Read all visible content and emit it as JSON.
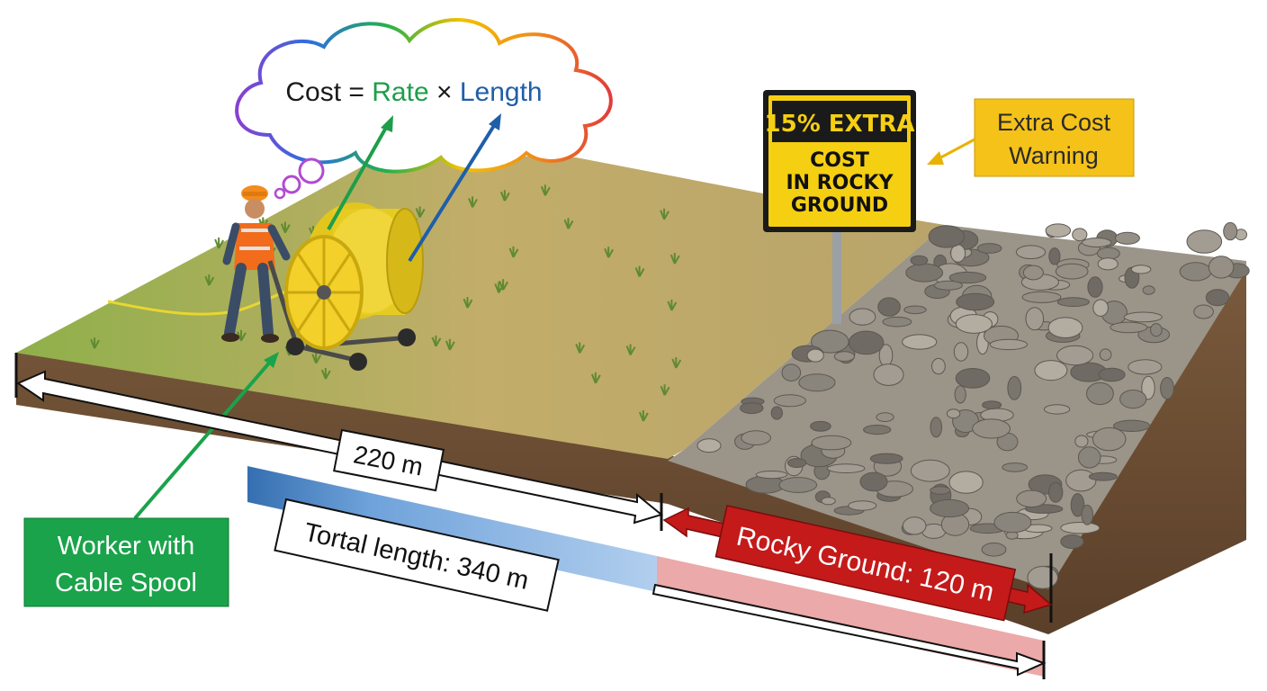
{
  "thought": {
    "cost": "Cost",
    "eq": " = ",
    "rate": "Rate",
    "times": " × ",
    "length": "Length"
  },
  "sign": {
    "line1": "15% EXTRA",
    "line2": "COST",
    "line3": "IN ROCKY",
    "line4": "GROUND"
  },
  "warning_label": {
    "line1": "Extra Cost",
    "line2": "Warning"
  },
  "worker_label": {
    "line1": "Worker with",
    "line2": "Cable Spool"
  },
  "measure_220": "220 m",
  "measure_total": "Tortal length: 340 m",
  "measure_rocky": "Rocky Ground: 120 m",
  "colors": {
    "rate": "#1e9e4a",
    "length": "#1f5fa8",
    "rocky": "#c41a1a",
    "warning": "#f2b700",
    "worker_box": "#1aa34a"
  }
}
